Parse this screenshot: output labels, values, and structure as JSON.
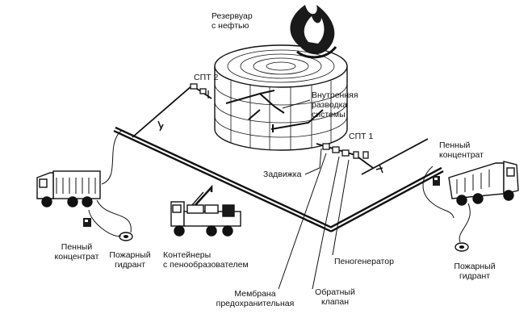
{
  "labels": {
    "tank": [
      "Резервуар",
      "с нефтью"
    ],
    "spt2": "СПТ 2",
    "internal": [
      "Внутренняя",
      "разводка",
      "системы"
    ],
    "spt1": "СПТ 1",
    "valve": "Задвижка",
    "foam_right": [
      "Пенный",
      "концентрат"
    ],
    "foam_left": [
      "Пенный",
      "концентрат"
    ],
    "hydrant_left": [
      "Пожарный",
      "гидрант"
    ],
    "containers": [
      "Контейнеры",
      "с пенообразователем"
    ],
    "foam_generator": "Пеногенератор",
    "membrane": [
      "Мембрана",
      "предохранительная"
    ],
    "check_valve": [
      "Обратный",
      "клапан"
    ],
    "hydrant_right": [
      "Пожарный",
      "гидрант"
    ]
  },
  "icons": [
    "flame-icon",
    "fire-truck-icon",
    "crane-truck-icon",
    "hydrant-icon",
    "foam-canister-icon"
  ]
}
